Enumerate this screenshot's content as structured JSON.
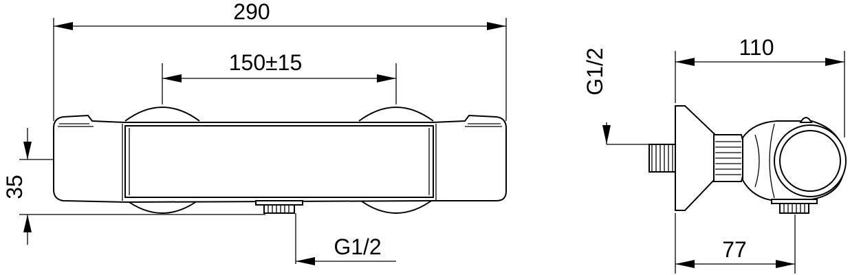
{
  "front_view": {
    "width_label": "290",
    "spacing_label": "150±15",
    "height_label": "35",
    "outlet_label": "G1/2"
  },
  "side_view": {
    "inlet_label": "G1/2",
    "depth_label": "110",
    "outlet_offset_label": "77"
  },
  "colors": {
    "line": "#000000",
    "background": "#ffffff"
  }
}
